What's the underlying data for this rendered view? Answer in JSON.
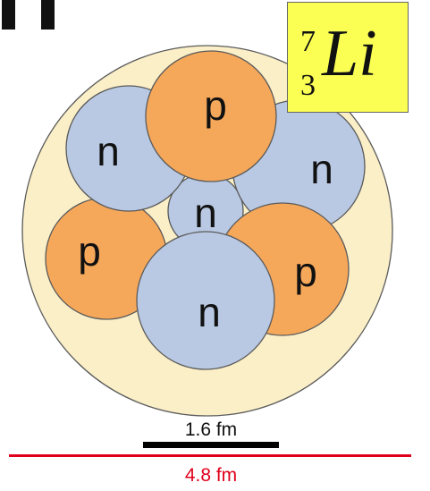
{
  "nucleus": {
    "symbol": {
      "mass_number": "7",
      "atomic_number": "3",
      "element": "Li"
    },
    "nucleons": [
      {
        "label": "n",
        "type": "neutron"
      },
      {
        "label": "n",
        "type": "neutron"
      },
      {
        "label": "n",
        "type": "neutron"
      },
      {
        "label": "n",
        "type": "neutron"
      },
      {
        "label": "p",
        "type": "proton"
      },
      {
        "label": "p",
        "type": "proton"
      },
      {
        "label": "p",
        "type": "proton"
      }
    ],
    "colors": {
      "neutron": "#b9c9e3",
      "proton": "#f6a85a",
      "halo": "#fbefc8",
      "outline": "#5a5a5a",
      "symbol_box": "#fbff53"
    }
  },
  "scale": {
    "nucleon_scale": "1.6 fm",
    "nucleus_scale": "4.8 fm",
    "colors": {
      "nucleon_bar": "#000000",
      "nucleus_bar": "#e0001b"
    }
  }
}
